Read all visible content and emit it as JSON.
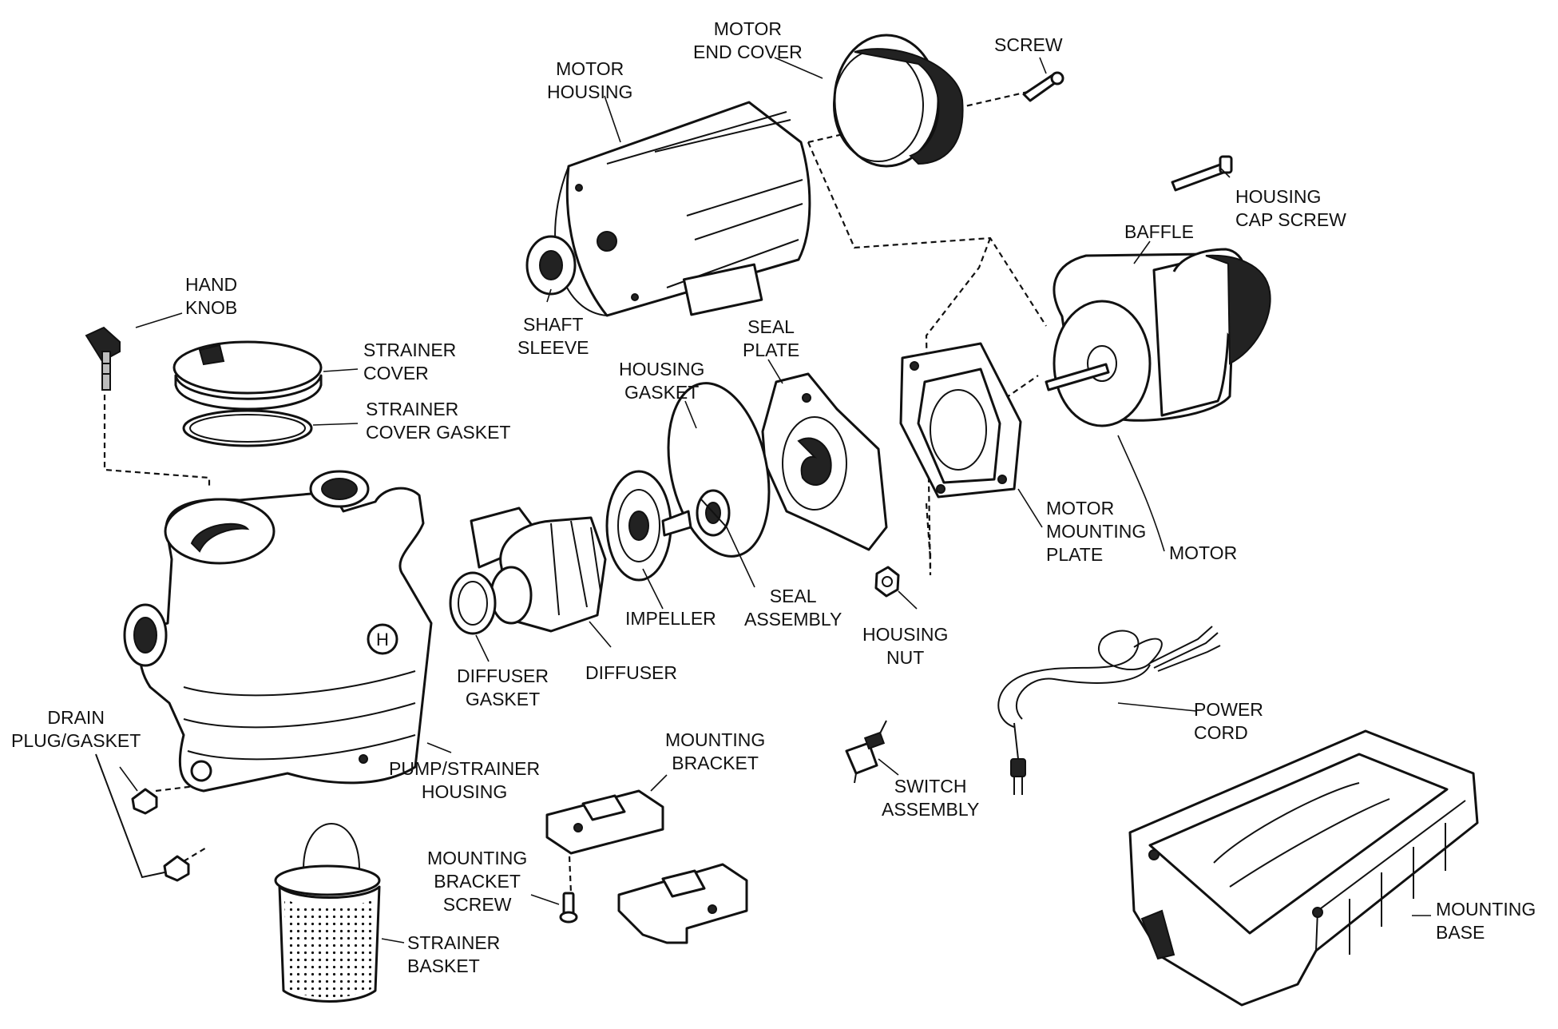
{
  "labels": {
    "motor_housing": [
      "MOTOR",
      "HOUSING"
    ],
    "motor_end_cover": [
      "MOTOR",
      "END COVER"
    ],
    "screw": [
      "SCREW"
    ],
    "housing_cap_screw": [
      "HOUSING",
      "CAP SCREW"
    ],
    "baffle": [
      "BAFFLE"
    ],
    "hand_knob": [
      "HAND",
      "KNOB"
    ],
    "shaft_sleeve": [
      "SHAFT",
      "SLEEVE"
    ],
    "seal_plate": [
      "SEAL",
      "PLATE"
    ],
    "housing_gasket": [
      "HOUSING",
      "GASKET"
    ],
    "strainer_cover": [
      "STRAINER",
      "COVER"
    ],
    "strainer_cover_gasket": [
      "STRAINER",
      "COVER GASKET"
    ],
    "motor_mounting_plate": [
      "MOTOR",
      "MOUNTING",
      "PLATE"
    ],
    "motor": [
      "MOTOR"
    ],
    "impeller": [
      "IMPELLER"
    ],
    "seal_assembly": [
      "SEAL",
      "ASSEMBLY"
    ],
    "housing_nut": [
      "HOUSING",
      "NUT"
    ],
    "diffuser_gasket": [
      "DIFFUSER",
      "GASKET"
    ],
    "diffuser": [
      "DIFFUSER"
    ],
    "drain_plug_gasket": [
      "DRAIN",
      "PLUG/GASKET"
    ],
    "pump_strainer_housing": [
      "PUMP/STRAINER",
      "HOUSING"
    ],
    "mounting_bracket": [
      "MOUNTING",
      "BRACKET"
    ],
    "power_cord": [
      "POWER",
      "CORD"
    ],
    "switch_assembly": [
      "SWITCH",
      "ASSEMBLY"
    ],
    "mounting_bracket_screw": [
      "MOUNTING",
      "BRACKET",
      "SCREW"
    ],
    "strainer_basket": [
      "STRAINER",
      "BASKET"
    ],
    "mounting_base": [
      "MOUNTING",
      "BASE"
    ]
  }
}
